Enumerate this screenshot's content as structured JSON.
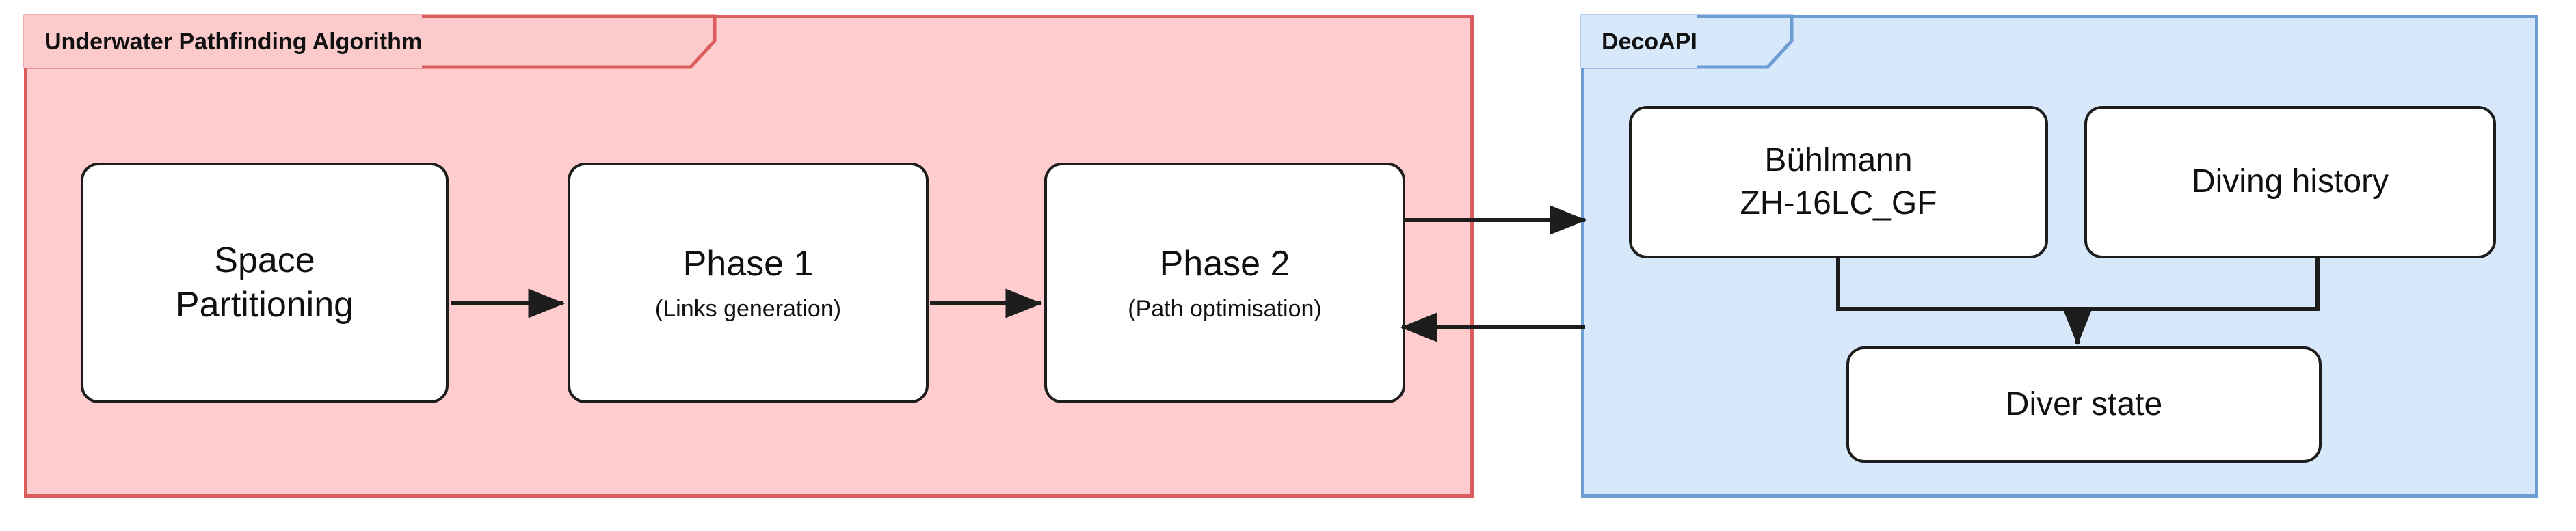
{
  "diagram": {
    "title": "Underwater Pathfinding Algorithm / DecoAPI architecture",
    "colors": {
      "red_panel_fill": "#ffcdcd",
      "red_panel_border": "#dd5d5d",
      "blue_panel_fill": "#d7e8fb",
      "blue_panel_border": "#6c9ed4",
      "node_fill": "#ffffff",
      "node_border": "#1d1d1d",
      "connector": "#1d1d1d",
      "page_background": "#ffffff"
    }
  },
  "panels": [
    {
      "id": "underwater-pathfinding-algorithm",
      "label": "Underwater Pathfinding Algorithm"
    },
    {
      "id": "decoapi",
      "label": "DecoAPI"
    }
  ],
  "nodes": {
    "space_partitioning": {
      "title": "Space",
      "sub": "Partitioning"
    },
    "phase1": {
      "title": "Phase 1",
      "sub": "(Links generation)"
    },
    "phase2": {
      "title": "Phase 2",
      "sub": "(Path optimisation)"
    },
    "buhlmann": {
      "title": "Bühlmann",
      "sub": "ZH-16LC_GF"
    },
    "diving_history": {
      "title": "Diving history",
      "sub": ""
    },
    "diver_state": {
      "title": "Diver state",
      "sub": ""
    }
  },
  "connectors": [
    {
      "id": "space-to-phase1",
      "from": "space_partitioning",
      "to": "phase1",
      "arrow": "end",
      "direction": "right"
    },
    {
      "id": "phase1-to-phase2",
      "from": "phase1",
      "to": "phase2",
      "arrow": "end",
      "direction": "right"
    },
    {
      "id": "phase2-to-decoapi",
      "from": "phase2",
      "to": "decoapi",
      "arrow": "end",
      "direction": "right"
    },
    {
      "id": "decoapi-to-phase2",
      "from": "decoapi",
      "to": "phase2",
      "arrow": "end",
      "direction": "left"
    },
    {
      "id": "buhlmann-to-diver-state",
      "from": "buhlmann",
      "to": "diver_state",
      "arrow": "end",
      "direction": "down"
    },
    {
      "id": "diving-history-to-diver-state",
      "from": "diving_history",
      "to": "diver_state",
      "arrow": "end",
      "direction": "down"
    }
  ]
}
